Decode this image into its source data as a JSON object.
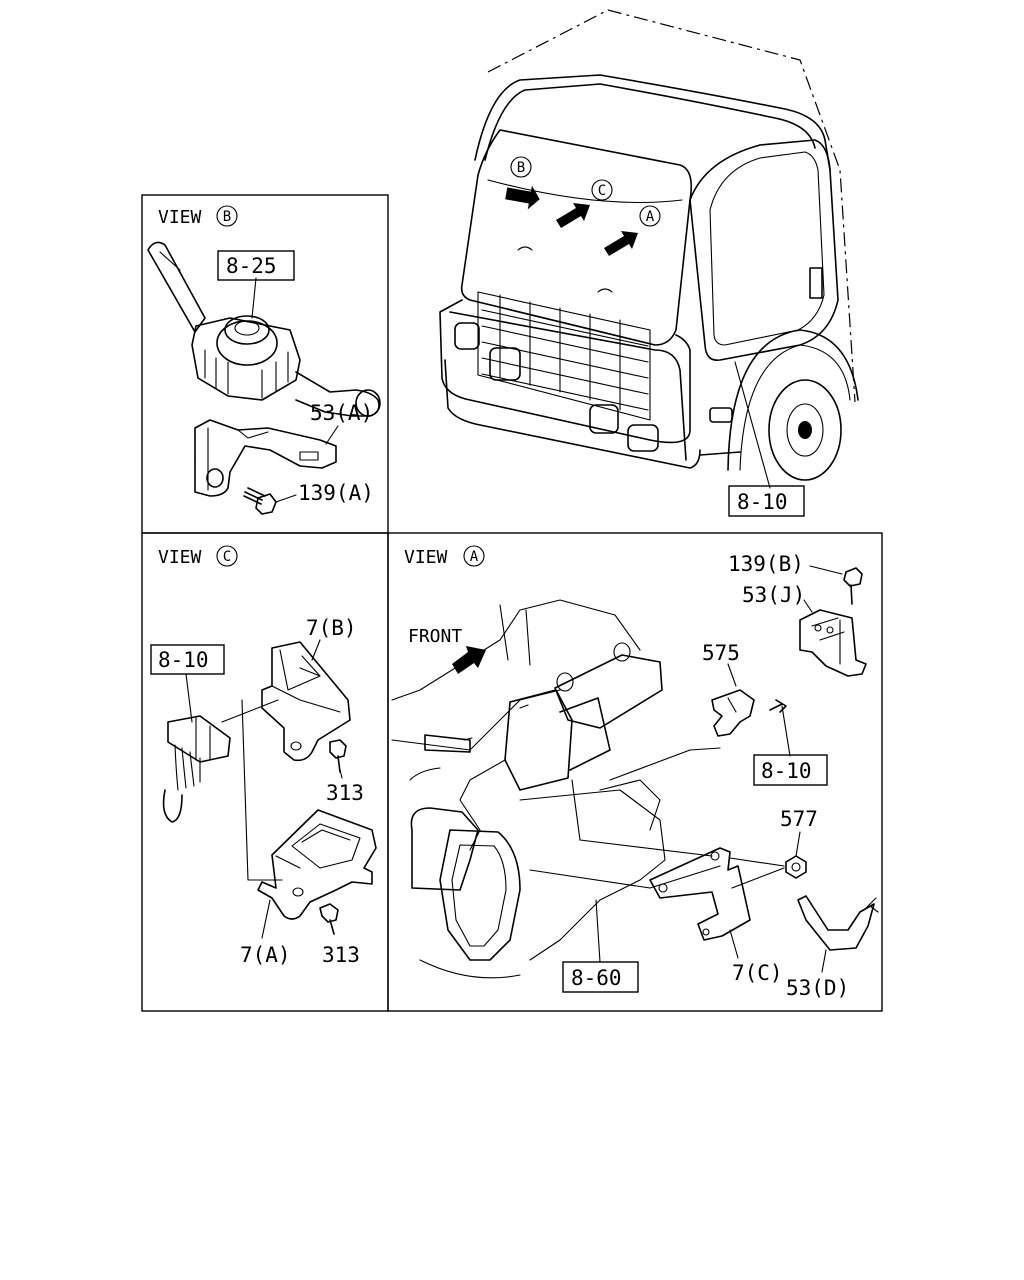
{
  "views": {
    "b": {
      "title": "VIEW",
      "marker": "B"
    },
    "c": {
      "title": "VIEW",
      "marker": "C"
    },
    "a": {
      "title": "VIEW",
      "marker": "A"
    }
  },
  "truck": {
    "markers": [
      "B",
      "C",
      "A"
    ],
    "ref_label": "8-10"
  },
  "view_b": {
    "ref_switch": "8-25",
    "part_bracket": "53(A)",
    "part_bolt": "139(A)"
  },
  "view_c": {
    "ref_connector": "8-10",
    "part_bracket_upper": "7(B)",
    "part_bolt_upper": "313",
    "part_bracket_lower": "7(A)",
    "part_bolt_lower": "313"
  },
  "view_a": {
    "front_label": "FRONT",
    "part_bolt": "139(B)",
    "part_bracket_j": "53(J)",
    "part_clip": "575",
    "ref_connector": "8-10",
    "part_nut": "577",
    "ref_engine": "8-60",
    "part_bracket_c": "7(C)",
    "part_bracket_d": "53(D)"
  }
}
